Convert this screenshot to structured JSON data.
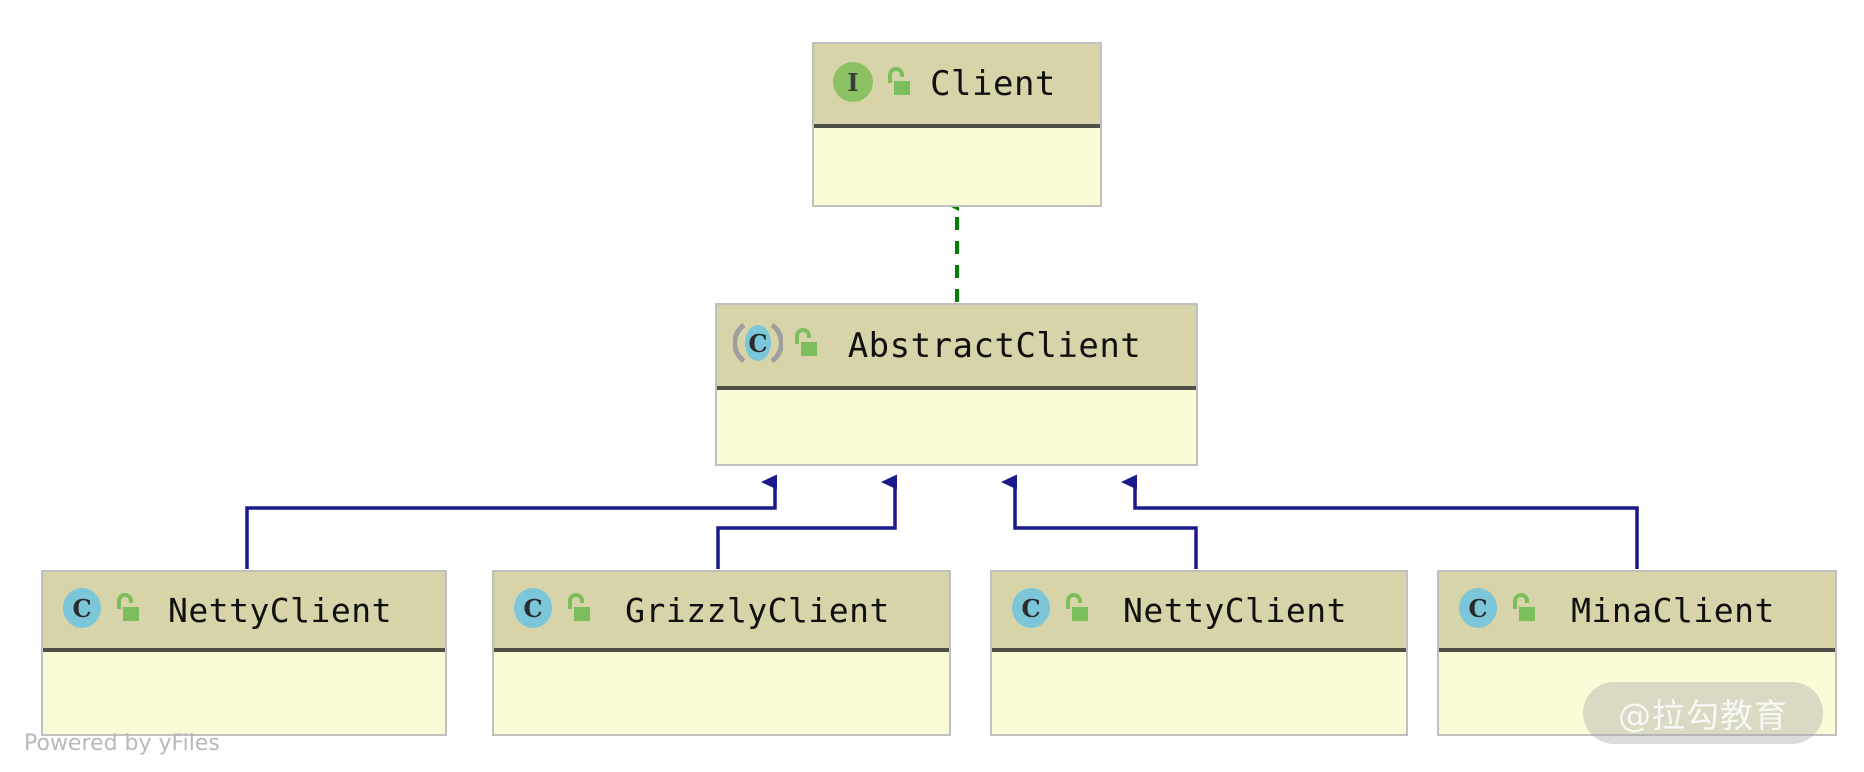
{
  "diagram": {
    "type": "uml-class-hierarchy",
    "tool_credit": "Powered by yFiles",
    "watermark": "@拉勾教育",
    "colors": {
      "node_header_fill": "#d6d4a8",
      "node_body_fill": "#fbfbd8",
      "node_border": "#c0c0c0",
      "header_divider": "#4f4f47",
      "interface_icon": "#8cc163",
      "class_icon": "#7cc6d9",
      "lock_icon": "#7dbe5c",
      "realization_edge": "#008000",
      "generalization_edge": "#1a1a8c",
      "text": "#101010"
    }
  },
  "nodes": [
    {
      "id": "client",
      "name": "Client",
      "stereotype": "interface",
      "stereotype_icon": "interface-i-icon",
      "visibility_icon": "unlocked-padlock-icon",
      "visibility": "public",
      "compartment_empty": true
    },
    {
      "id": "abstractclient",
      "name": "AbstractClient",
      "stereotype": "abstract-class",
      "stereotype_icon": "abstract-class-c-icon",
      "visibility_icon": "unlocked-padlock-icon",
      "visibility": "public",
      "compartment_empty": true
    },
    {
      "id": "nettyclient-1",
      "name": "NettyClient",
      "stereotype": "class",
      "stereotype_icon": "class-c-icon",
      "visibility_icon": "unlocked-padlock-icon",
      "visibility": "public",
      "compartment_empty": true
    },
    {
      "id": "grizzlyclient",
      "name": "GrizzlyClient",
      "stereotype": "class",
      "stereotype_icon": "class-c-icon",
      "visibility_icon": "unlocked-padlock-icon",
      "visibility": "public",
      "compartment_empty": true
    },
    {
      "id": "nettyclient-2",
      "name": "NettyClient",
      "stereotype": "class",
      "stereotype_icon": "class-c-icon",
      "visibility_icon": "unlocked-padlock-icon",
      "visibility": "public",
      "compartment_empty": true
    },
    {
      "id": "minaclient",
      "name": "MinaClient",
      "stereotype": "class",
      "stereotype_icon": "class-c-icon",
      "visibility_icon": "unlocked-padlock-icon",
      "visibility": "public",
      "compartment_empty": true
    }
  ],
  "edges": [
    {
      "id": "e1",
      "from": "abstractclient",
      "to": "client",
      "kind": "realization",
      "style": "dashed",
      "arrow": "hollow-triangle-filled-green"
    },
    {
      "id": "e2",
      "from": "nettyclient-1",
      "to": "abstractclient",
      "kind": "generalization",
      "style": "solid",
      "arrow": "filled-triangle-blue"
    },
    {
      "id": "e3",
      "from": "grizzlyclient",
      "to": "abstractclient",
      "kind": "generalization",
      "style": "solid",
      "arrow": "filled-triangle-blue"
    },
    {
      "id": "e4",
      "from": "nettyclient-2",
      "to": "abstractclient",
      "kind": "generalization",
      "style": "solid",
      "arrow": "filled-triangle-blue"
    },
    {
      "id": "e5",
      "from": "minaclient",
      "to": "abstractclient",
      "kind": "generalization",
      "style": "solid",
      "arrow": "filled-triangle-blue"
    }
  ]
}
